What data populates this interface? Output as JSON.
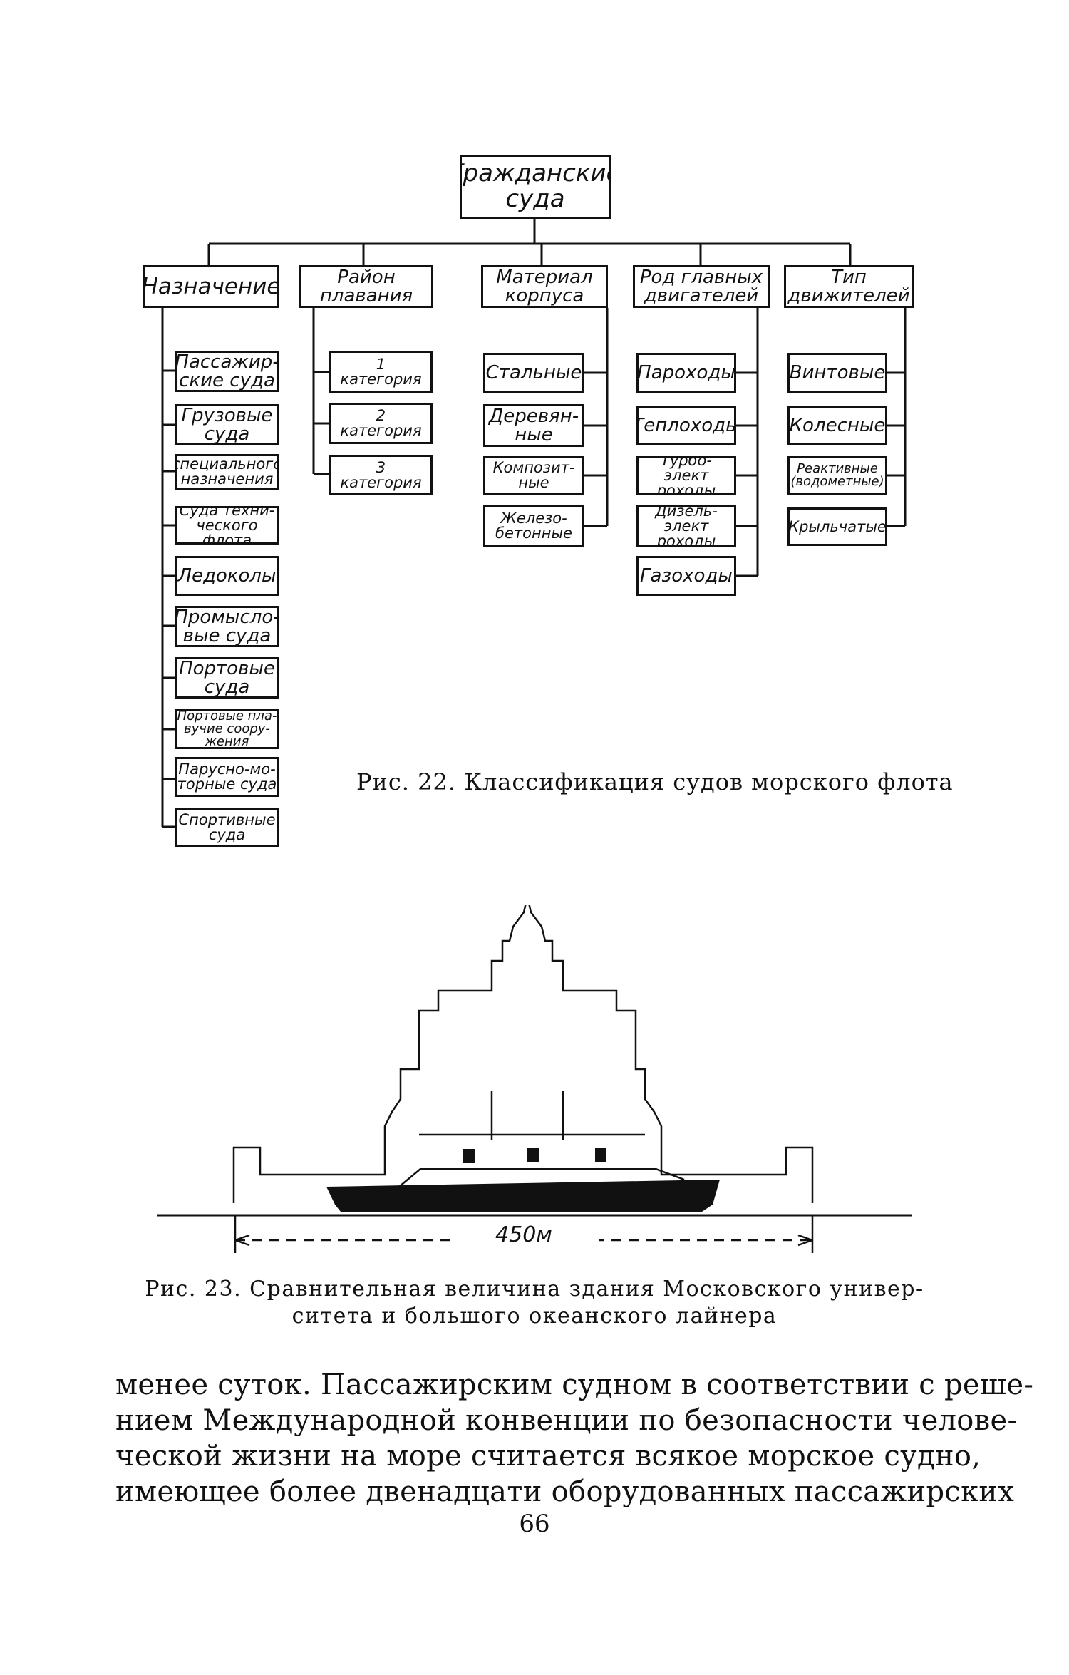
{
  "fig22": {
    "root": "Гражданские\nсуда",
    "categories": [
      {
        "label": "Назначение",
        "items": [
          "Пассажир-\nские суда",
          "Грузовые\nсуда",
          "специального\nназначения",
          "Суда техни-\nческого флота",
          "Ледоколы",
          "Промысло-\nвые суда",
          "Портовые\nсуда",
          "Портовые пла-\nвучие соору-\nжения",
          "Парусно-мо-\nторные суда",
          "Спортивные\nсуда"
        ]
      },
      {
        "label": "Район\nплавания",
        "items": [
          "1\nкатегория",
          "2\nкатегория",
          "3\nкатегория"
        ]
      },
      {
        "label": "Материал\nкорпуса",
        "items": [
          "Стальные",
          "Деревян-\nные",
          "Композит-\nные",
          "Железо-\nбетонные"
        ]
      },
      {
        "label": "Род главных\nдвигателей",
        "items": [
          "Пароходы",
          "Теплоходы",
          "Турбо-элект\nроходы",
          "Дизель-элект\nроходы",
          "Газоходы"
        ]
      },
      {
        "label": "Тип\nдвижителей",
        "items": [
          "Винтовые",
          "Колесные",
          "Реактивные\n(водометные)",
          "Крыльчатые"
        ]
      }
    ],
    "caption": "Рис. 22. Классификация судов морского флота"
  },
  "fig23": {
    "dimension_label": "450м",
    "caption": "Рис. 23. Сравнительная величина здания Московского универ-\nситета и большого океанского лайнера"
  },
  "text": {
    "lines": [
      "менее суток. Пассажирским судном в соответствии с реше-",
      "нием Международной конвенции по безопасности челове-",
      "ческой жизни на море считается всякое морское судно,",
      "имеющее более двенадцати оборудованных пассажирских"
    ]
  },
  "page_number": "66"
}
